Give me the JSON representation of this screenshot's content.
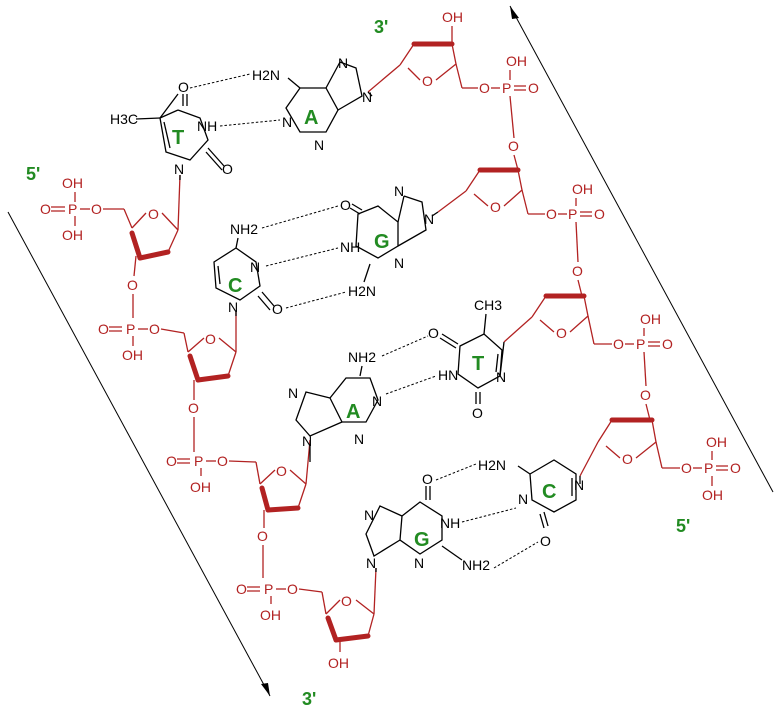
{
  "strand_left": {
    "end_top": "5'",
    "end_bottom": "3'",
    "bases": [
      "T",
      "C",
      "A",
      "G"
    ]
  },
  "strand_right": {
    "end_top": "3'",
    "end_bottom": "5'",
    "bases": [
      "A",
      "G",
      "T",
      "C"
    ]
  },
  "atoms": {
    "hydroxyl": "OH",
    "amine": "NH",
    "amine2": "NH2",
    "amine2_left": "H2N",
    "nitrogen": "N",
    "carbonyl": "O",
    "oxygen": "O",
    "phosphorus": "P",
    "methyl": "H3C",
    "methyl_right": "CH3",
    "ring_oxygen": "O",
    "hn": "HN"
  },
  "colors": {
    "backbone": "#b22222",
    "base_label": "#228b22",
    "bond": "#000000"
  }
}
